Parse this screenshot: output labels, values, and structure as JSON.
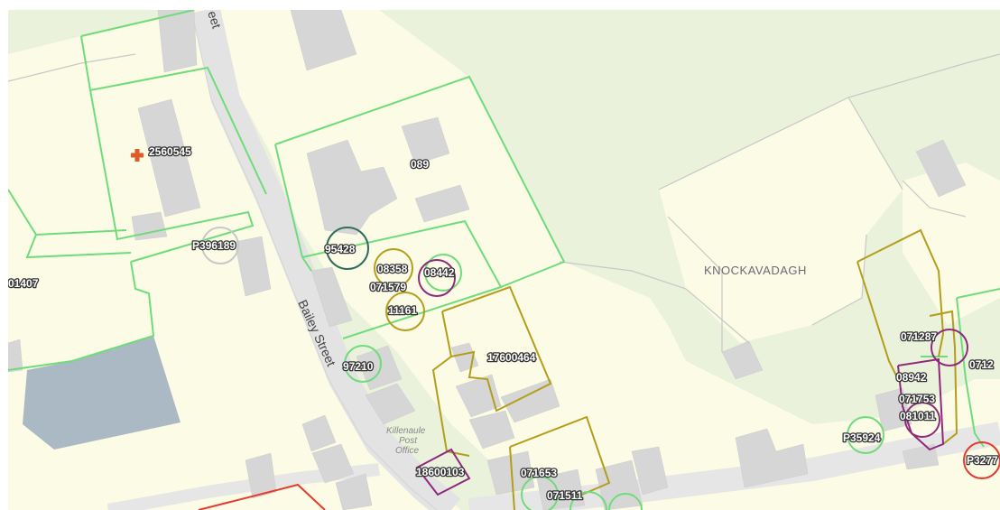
{
  "map": {
    "streets": {
      "bailey_street": "Bailey Street",
      "top_street_fragment": "eet"
    },
    "townland": "KNOCKAVADAGH",
    "post_office": [
      "Killenaule",
      "Post",
      "Office"
    ],
    "parcel_labels": {
      "p2560545": "2560545",
      "p089": "089",
      "p396189": "P396189",
      "p01407": "01407",
      "p95428": "95428",
      "p08358": "08358",
      "p08442": "08442",
      "p071579": "071579",
      "p11161": "11161",
      "p97210": "97210",
      "p17600464": "17600464",
      "p18600103": "18600103",
      "p071653": "071653",
      "p071511": "071511",
      "p071287": "071287",
      "p08942": "08942",
      "p0712": "0712",
      "p071753": "071753",
      "p081011": "081011",
      "p35924": "P35924",
      "p3277": "P3277"
    },
    "colors": {
      "background": "#eaf2dc",
      "parcel_fill": "#fbfbe6",
      "road": "#e3e3e3",
      "building": "#d6d6d6",
      "water": "#aab9c3",
      "boundary_green": "#6fdc7a",
      "boundary_olive": "#b39d1a",
      "boundary_purple": "#8e2a7c",
      "boundary_teal": "#2e6e5e",
      "boundary_red": "#e53b2c",
      "marker": "#e05a2a"
    },
    "icons": {
      "marker": "cross-marker-icon"
    }
  }
}
